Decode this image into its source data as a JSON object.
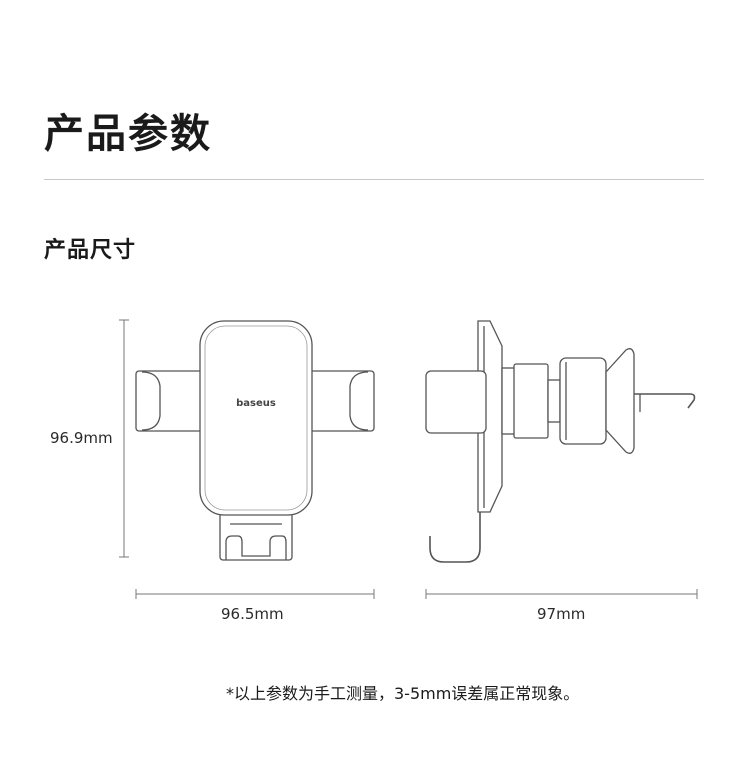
{
  "header": {
    "title": "产品参数"
  },
  "section": {
    "title": "产品尺寸"
  },
  "dimensions": {
    "height": "96.9mm",
    "front_width": "96.5mm",
    "side_width": "97mm"
  },
  "product": {
    "logo": "baseus"
  },
  "footnote": "*以上参数为手工测量，3-5mm误差属正常现象。",
  "colors": {
    "line": "#555555",
    "text": "#1a1a1a",
    "divider": "#c9c9c9"
  }
}
